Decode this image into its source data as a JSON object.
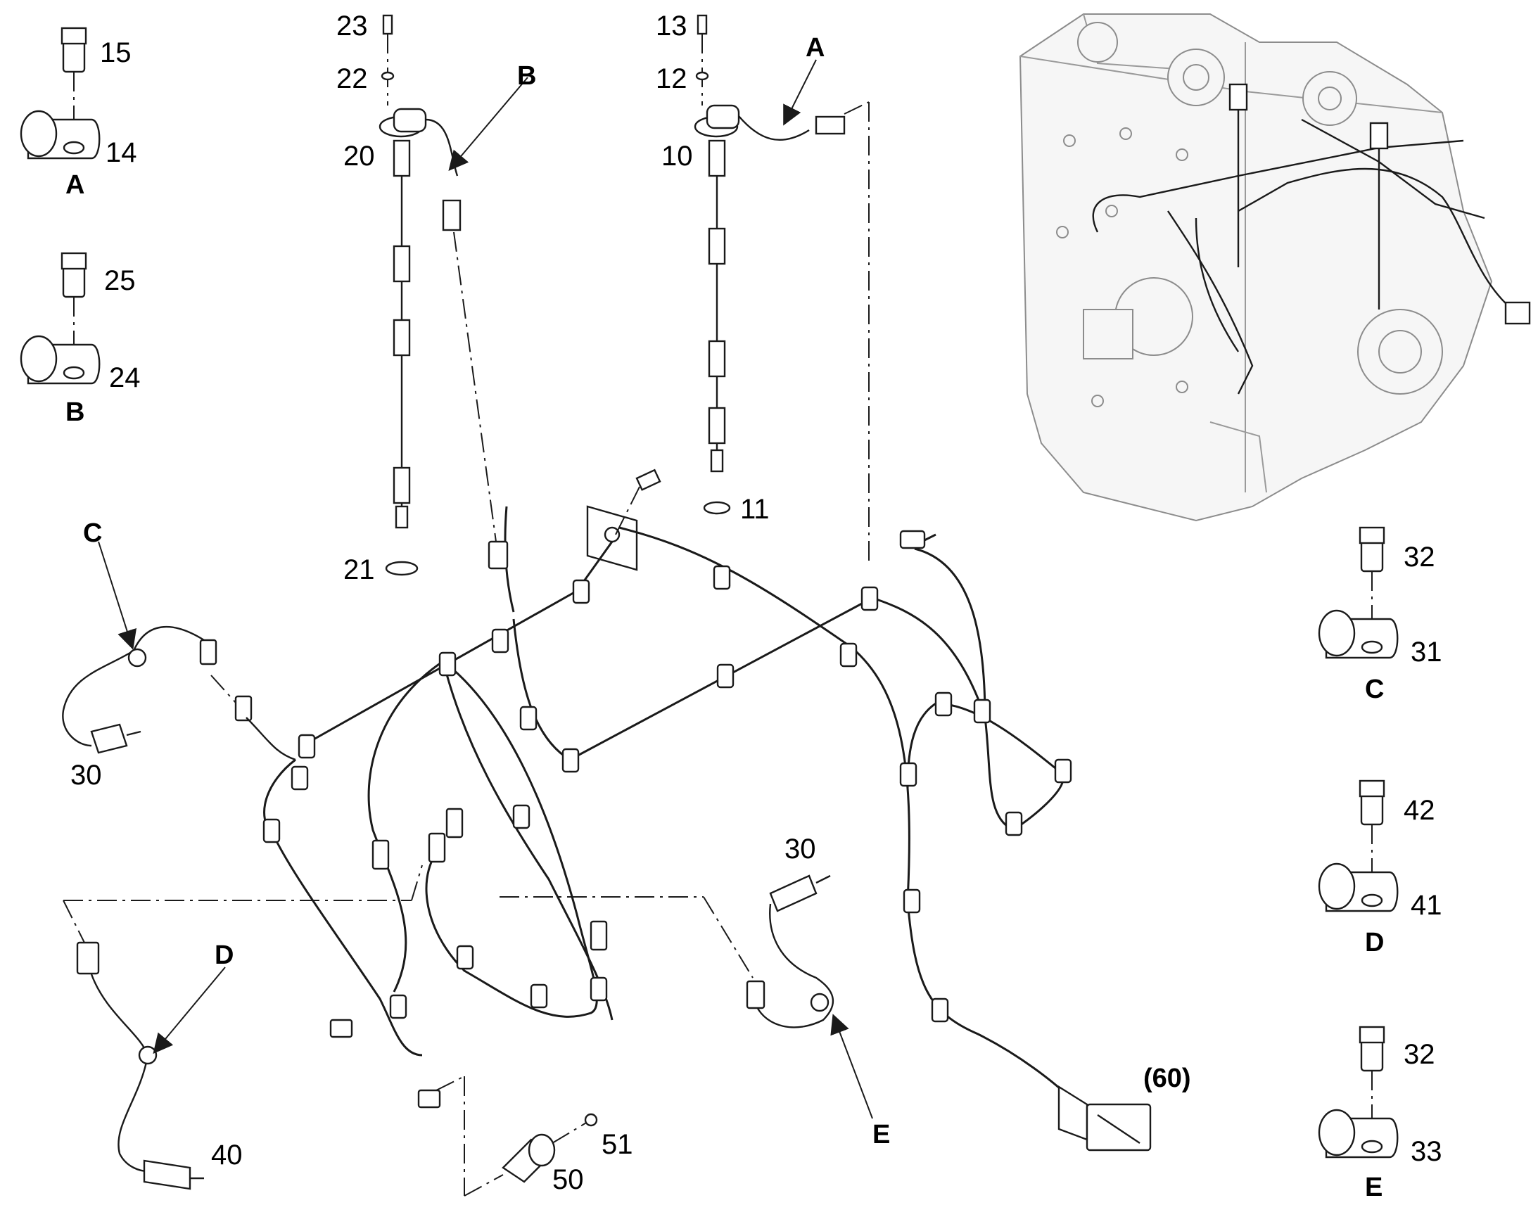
{
  "labels": {
    "p15": "15",
    "p14": "14",
    "pA1": "A",
    "p25": "25",
    "p24": "24",
    "pB1": "B",
    "p23": "23",
    "p22": "22",
    "p20": "20",
    "p21": "21",
    "pB2": "B",
    "p13": "13",
    "p12": "12",
    "p10": "10",
    "p11": "11",
    "pA2": "A",
    "pC": "C",
    "p30a": "30",
    "p30b": "30",
    "pD": "D",
    "p40": "40",
    "p50": "50",
    "p51": "51",
    "pE": "E",
    "p60": "(60)",
    "p32a": "32",
    "p31": "31",
    "pC2": "C",
    "p42": "42",
    "p41": "41",
    "pD2": "D",
    "p32b": "32",
    "p33": "33",
    "pE2": "E"
  },
  "colors": {
    "line": "#1a1a1a",
    "housing": "#8c8c8c"
  }
}
